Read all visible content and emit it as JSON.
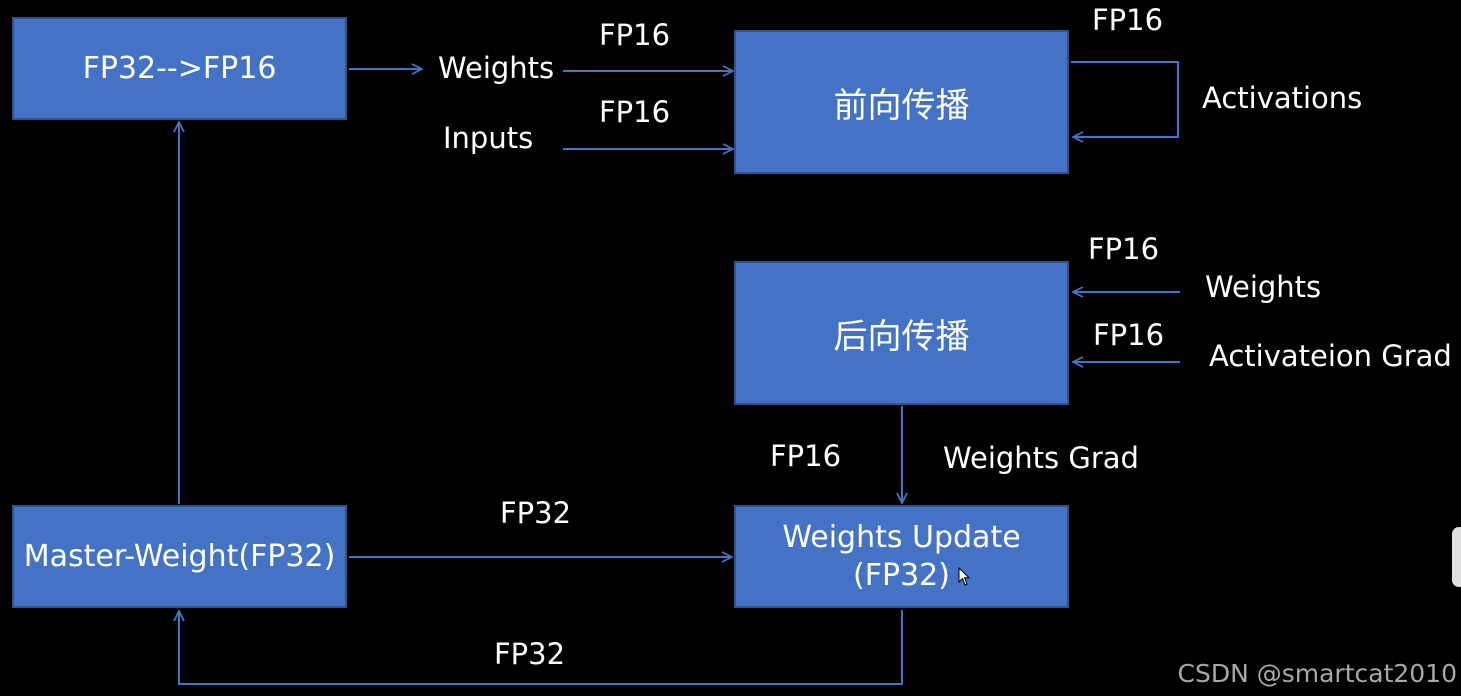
{
  "boxes": {
    "cast": "FP32-->FP16",
    "forward": "前向传播",
    "backward": "后向传播",
    "master": "Master-Weight(FP32)",
    "update_line1": "Weights Update",
    "update_line2": "(FP32)"
  },
  "labels": {
    "weights_in": "Weights",
    "inputs_in": "Inputs",
    "fp16_weights": "FP16",
    "fp16_inputs": "FP16",
    "fp16_activations": "FP16",
    "activations": "Activations",
    "fp16_bwd_weights": "FP16",
    "bwd_weights": "Weights",
    "fp16_act_grad": "FP16",
    "act_grad": "Activateion Grad",
    "fp16_weights_grad": "FP16",
    "weights_grad": "Weights Grad",
    "fp32_master_to_update": "FP32",
    "fp32_update_to_master": "FP32"
  },
  "watermark": "CSDN @smartcat2010",
  "colors": {
    "background": "#000000",
    "box_fill": "#4472c4",
    "box_border": "#2f528f",
    "arrow": "#4472c4",
    "text": "#ffffff",
    "watermark": "#a8a8a8"
  }
}
